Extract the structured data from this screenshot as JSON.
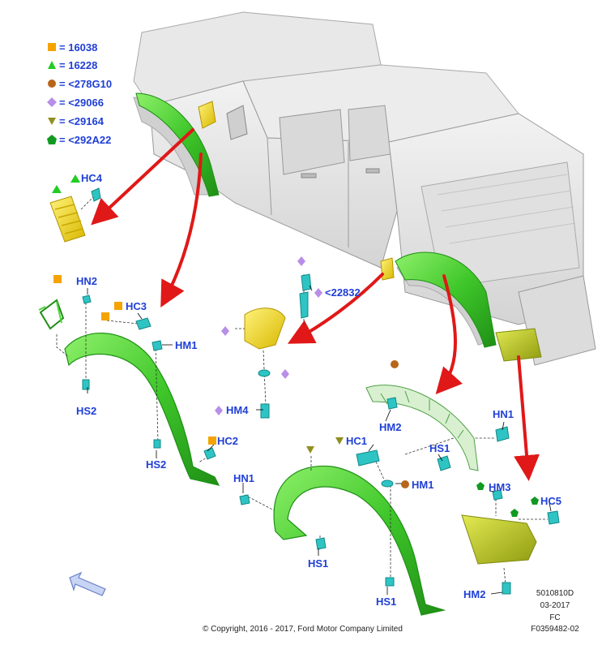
{
  "legend": [
    {
      "symbol": "square",
      "color": "#f5a300",
      "text": "16038"
    },
    {
      "symbol": "triangle",
      "color": "#22cc22",
      "text": "16228"
    },
    {
      "symbol": "circle",
      "color": "#b8651b",
      "text": "<278G10"
    },
    {
      "symbol": "diamond",
      "color": "#b88ee8",
      "text": "<29066"
    },
    {
      "symbol": "triangle-down",
      "color": "#8f8f1f",
      "text": "<29164"
    },
    {
      "symbol": "pentagon",
      "color": "#119922",
      "text": "<292A22"
    }
  ],
  "callouts": {
    "hc4": "HC4",
    "hn2": "HN2",
    "hc3": "HC3",
    "hm1_left": "HM1",
    "hs2_upper": "HS2",
    "hs2_lower": "HS2",
    "hc2": "HC2",
    "hn1_mid": "HN1",
    "hs1_mid": "HS1",
    "hc1": "HC1",
    "hm1_right": "HM1",
    "hs1_low": "HS1",
    "hm2_upper": "HM2",
    "hs1_upper": "HS1",
    "hn1_right": "HN1",
    "hm3": "HM3",
    "hc5": "HC5",
    "hm2_lower": "HM2",
    "p22832": "<22832",
    "hm4": "HM4"
  },
  "footer": {
    "copyright": "© Copyright, 2016 - 2017, Ford Motor Company Limited",
    "ref_line1": "5010810D",
    "ref_line2": "03-2017",
    "ref_line3": "FC",
    "figure_id": "F0359482-02"
  },
  "colors": {
    "label": "#1f3fd6",
    "fender_green": "#4fd43a",
    "arrow_red": "#e01818",
    "fastener_teal": "#2ec4c4",
    "splash_yellow": "#f2e02a",
    "mudflap_olive": "#bcc62a"
  }
}
